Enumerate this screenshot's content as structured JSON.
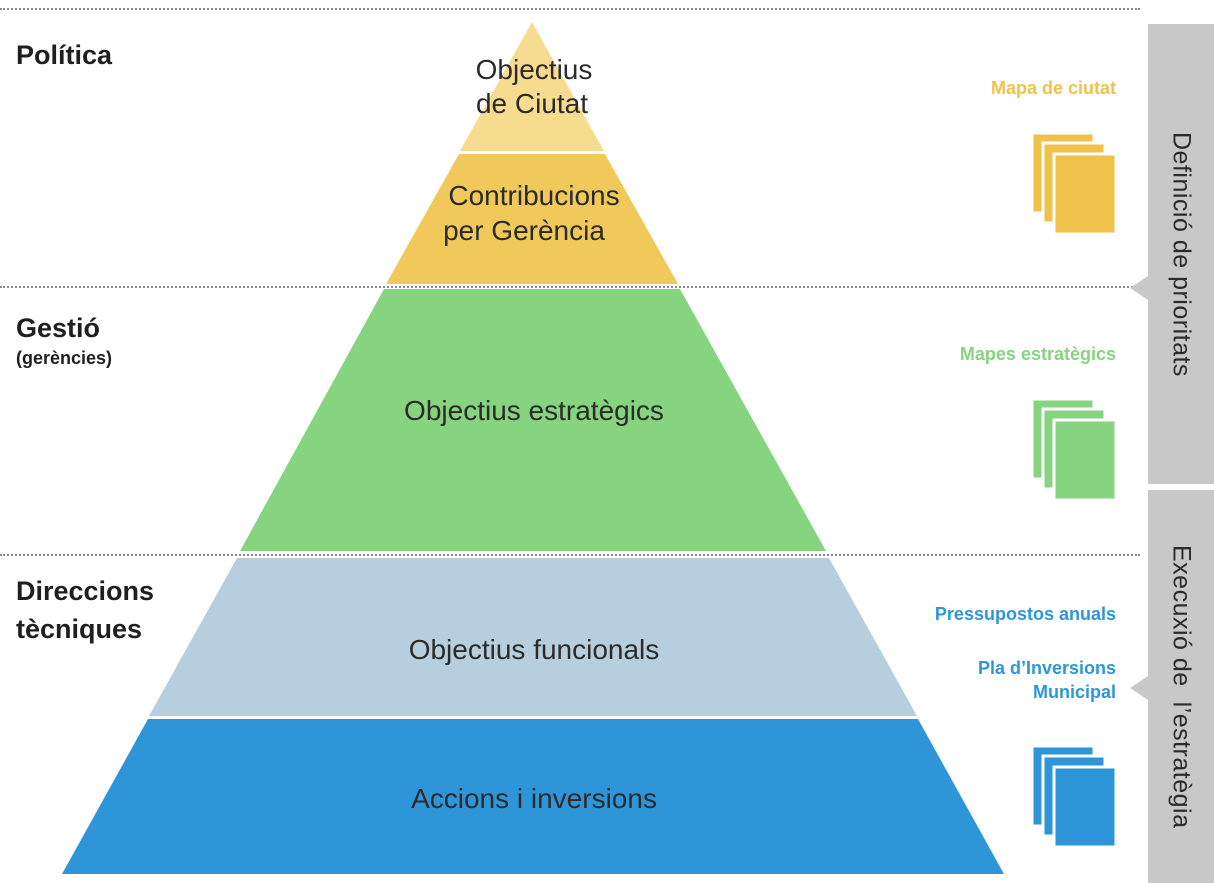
{
  "levels": {
    "politica": "Política",
    "gestio": "Gestió",
    "gestio_sub": "(gerències)",
    "direccions_1": "Direccions",
    "direccions_2": "tècniques"
  },
  "pyramid": {
    "tier1_line1": "Objectius",
    "tier1_line2": "de Ciutat",
    "tier2_line1": "Contribucions",
    "tier2_line2": "per Gerència",
    "tier3": "Objectius estratègics",
    "tier4": "Objectius funcionals",
    "tier5": "Accions i inversions"
  },
  "documents": {
    "mapa_ciutat": "Mapa de ciutat",
    "mapes_estrategics": "Mapes estratègics",
    "pressupostos": "Pressupostos anuals",
    "pla_inversions_1": "Pla d’Inversions",
    "pla_inversions_2": "Municipal"
  },
  "sidebar": {
    "definicio": "Definició de prioritats",
    "execucio": "Execuxió de  l’estratègia"
  },
  "colors": {
    "tier1": "#f7dc8f",
    "tier2": "#f1c85a",
    "tier3": "#86d380",
    "tier4": "#b6cedd",
    "tier5": "#2e96d8",
    "label_yellow": "#f0c24a",
    "label_green": "#86d380",
    "label_blue": "#2e96d8",
    "sidebar": "#c8c8c8"
  }
}
